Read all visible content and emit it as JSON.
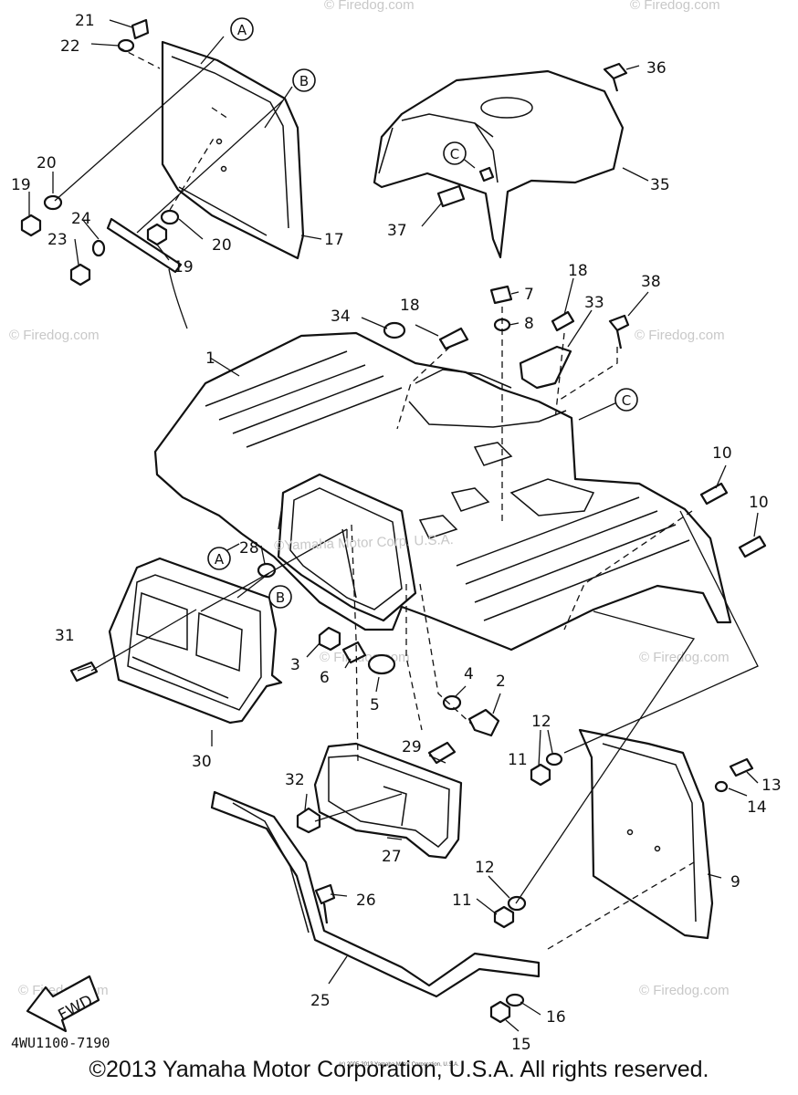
{
  "diagram": {
    "part_numbers": {
      "p1": "1",
      "p2": "2",
      "p3": "3",
      "p4": "4",
      "p5": "5",
      "p6": "6",
      "p7": "7",
      "p8": "8",
      "p9": "9",
      "p10a": "10",
      "p10b": "10",
      "p11a": "11",
      "p11b": "11",
      "p12a": "12",
      "p12b": "12",
      "p13": "13",
      "p14": "14",
      "p15": "15",
      "p16": "16",
      "p17": "17",
      "p18a": "18",
      "p18b": "18",
      "p19a": "19",
      "p19b": "19",
      "p20a": "20",
      "p20b": "20",
      "p21": "21",
      "p22": "22",
      "p23": "23",
      "p24": "24",
      "p25": "25",
      "p26": "26",
      "p27": "27",
      "p28": "28",
      "p29": "29",
      "p30": "30",
      "p31": "31",
      "p32": "32",
      "p33": "33",
      "p34": "34",
      "p35": "35",
      "p36": "36",
      "p37": "37",
      "p38": "38"
    },
    "callouts": {
      "a1": "A",
      "a2": "A",
      "b1": "B",
      "b2": "B",
      "c1": "C",
      "c2": "C"
    },
    "fwd_label": "FWD",
    "drawing_code": "4WU1100-7190",
    "watermarks": {
      "w1": "© Firedog.com",
      "w2": "© Firedog.com",
      "w3": "© Firedog.com",
      "w4": "© Firedog.com",
      "w5": "© Firedog.com",
      "w6": "© Firedog.com",
      "w7": "© Firedog.com",
      "w8": "© Firedog.com"
    },
    "center_watermark": "©Yamaha Motor Corp. U.S.A.",
    "small_print": "(c) 2005-2013 Yamaha Motor Corporation, U.S.A."
  },
  "footer": {
    "copyright": "©2013 Yamaha Motor Corporation, U.S.A. All rights reserved."
  }
}
